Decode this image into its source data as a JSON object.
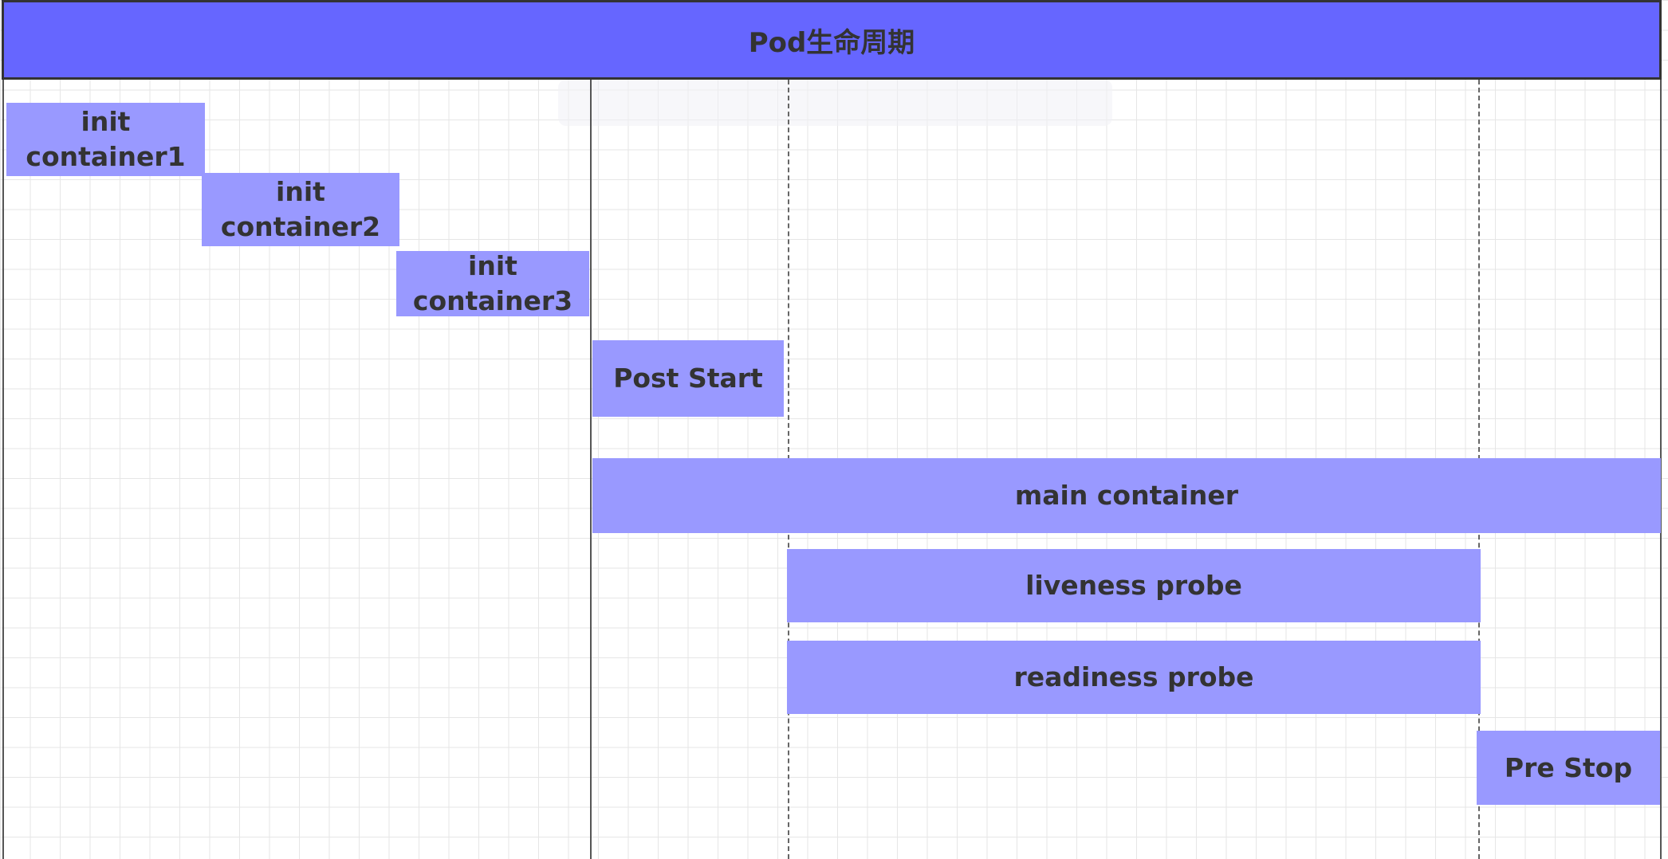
{
  "header": {
    "title": "Pod生命周期",
    "color": "#6666ff"
  },
  "bars": {
    "init1": {
      "label": "init\ncontainer1"
    },
    "init2": {
      "label": "init\ncontainer2"
    },
    "init3": {
      "label": "init\ncontainer3"
    },
    "post_start": {
      "label": "Post Start"
    },
    "main": {
      "label": "main container"
    },
    "liveness": {
      "label": "liveness probe"
    },
    "readiness": {
      "label": "readiness probe"
    },
    "pre_stop": {
      "label": "Pre Stop"
    }
  },
  "colors": {
    "bar_fill": "#9999ff",
    "text": "#333333",
    "grid": "#e6e6e6"
  }
}
